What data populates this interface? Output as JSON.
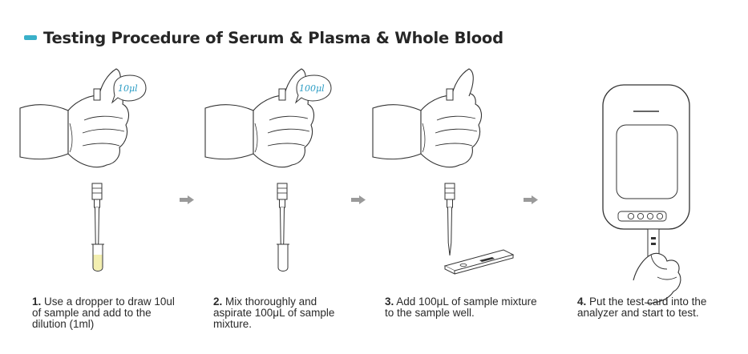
{
  "title": "Testing Procedure of Serum & Plasma & Whole Blood",
  "colors": {
    "accent": "#3ab0c9",
    "arrow": "#9a9a9a",
    "liquid": "#f3efb0",
    "bubble_text": "#2b9cc4"
  },
  "steps": [
    {
      "number": "1.",
      "text": "Use a dropper to draw 10ul of sample and add to the dilution (1ml)",
      "bubble": "10μl"
    },
    {
      "number": "2.",
      "text": "Mix thoroughly and aspirate 100μL of sample mixture.",
      "bubble": "100μl"
    },
    {
      "number": "3.",
      "text": "Add 100μL of sample mixture to the sample well."
    },
    {
      "number": "4.",
      "text": "Put the test card into the analyzer and start to test."
    }
  ]
}
